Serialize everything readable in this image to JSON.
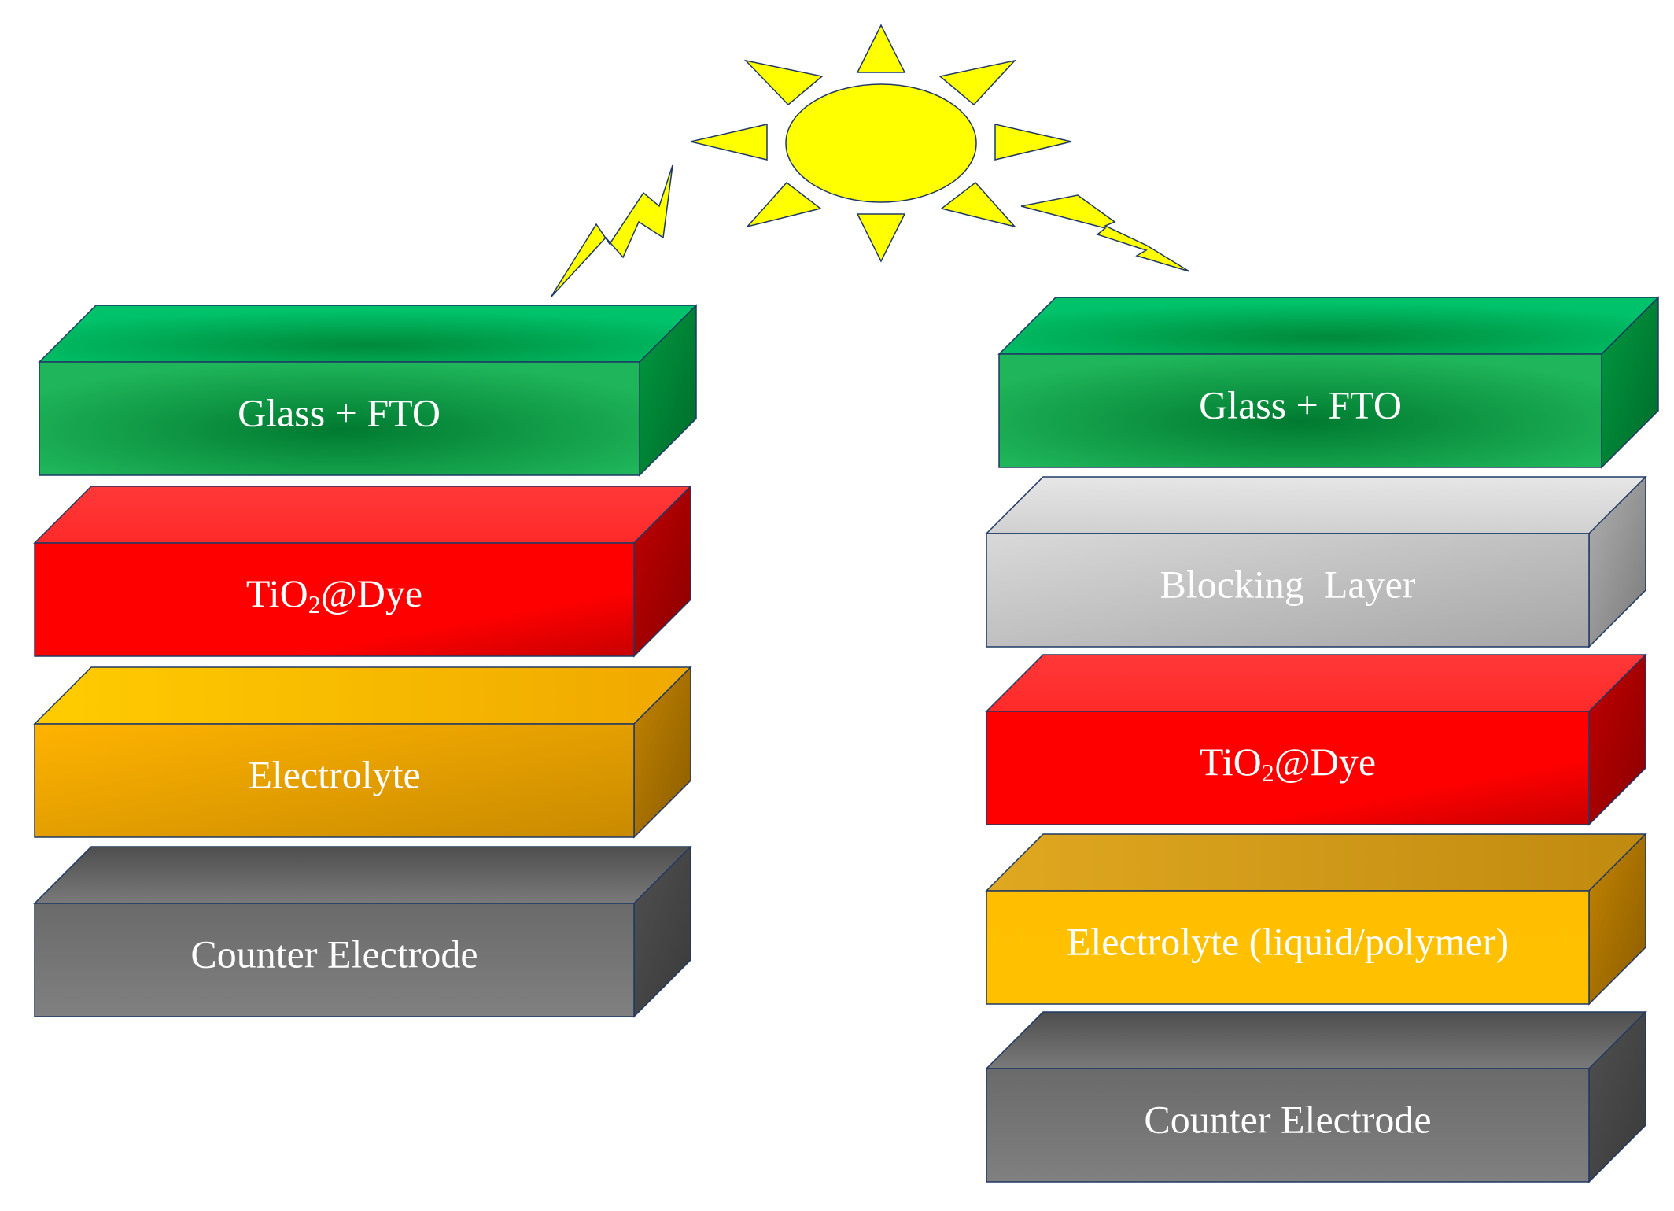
{
  "left_stack": {
    "layers": [
      {
        "label": "Glass + FTO",
        "kind": "green"
      },
      {
        "label_main": "TiO",
        "label_sub": "2",
        "label_rest": "@Dye",
        "kind": "red"
      },
      {
        "label": "Electrolyte",
        "kind": "orange"
      },
      {
        "label": "Counter Electrode",
        "kind": "gray"
      }
    ]
  },
  "right_stack": {
    "layers": [
      {
        "label": "Glass + FTO",
        "kind": "green"
      },
      {
        "label": "Blocking  Layer",
        "kind": "silver"
      },
      {
        "label_main": "TiO",
        "label_sub": "2",
        "label_rest": "@Dye",
        "kind": "red"
      },
      {
        "label": "Electrolyte (liquid/polymer)",
        "kind": "orange"
      },
      {
        "label": "Counter Electrode",
        "kind": "gray"
      }
    ]
  },
  "colors": {
    "sun": "#ffff00",
    "green": "#00a651",
    "red": "#ff0000",
    "orange": "#ffb300",
    "gray": "#6e6e6e",
    "silver": "#c8c8c8",
    "edge": "#1f3864"
  }
}
